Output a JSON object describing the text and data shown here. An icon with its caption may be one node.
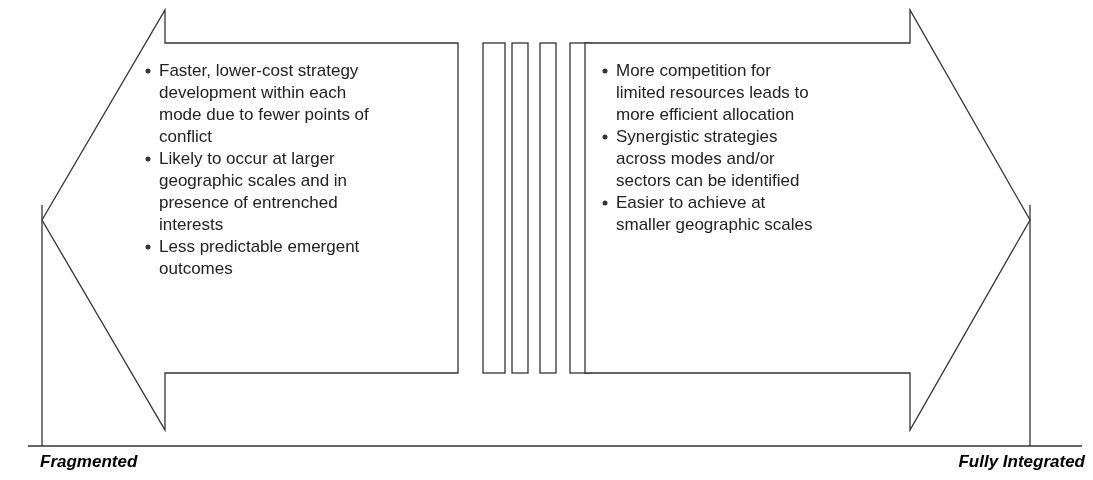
{
  "diagram": {
    "nodes": [
      {
        "text": [
          "Faster, lower-cost strategy development within each mode due to fewer points of conflict",
          "Likely to occur at larger geographic scales and in presence of entrenched interests",
          "Less predictable emergent outcomes"
        ]
      },
      {
        "text": [],
        "shape": "bar"
      },
      {
        "text": [],
        "shape": "bar"
      },
      {
        "text": [],
        "shape": "bar"
      },
      {
        "text": [],
        "shape": "bar"
      },
      {
        "text": [
          "More competition for limited resources leads to more efficient allocation",
          "Synergistic strategies across modes and/or sectors can be identified",
          "Easier to achieve at smaller geographic scales"
        ]
      }
    ],
    "edges": [],
    "labels": [
      "Fragmented",
      "Fully Integrated"
    ]
  }
}
